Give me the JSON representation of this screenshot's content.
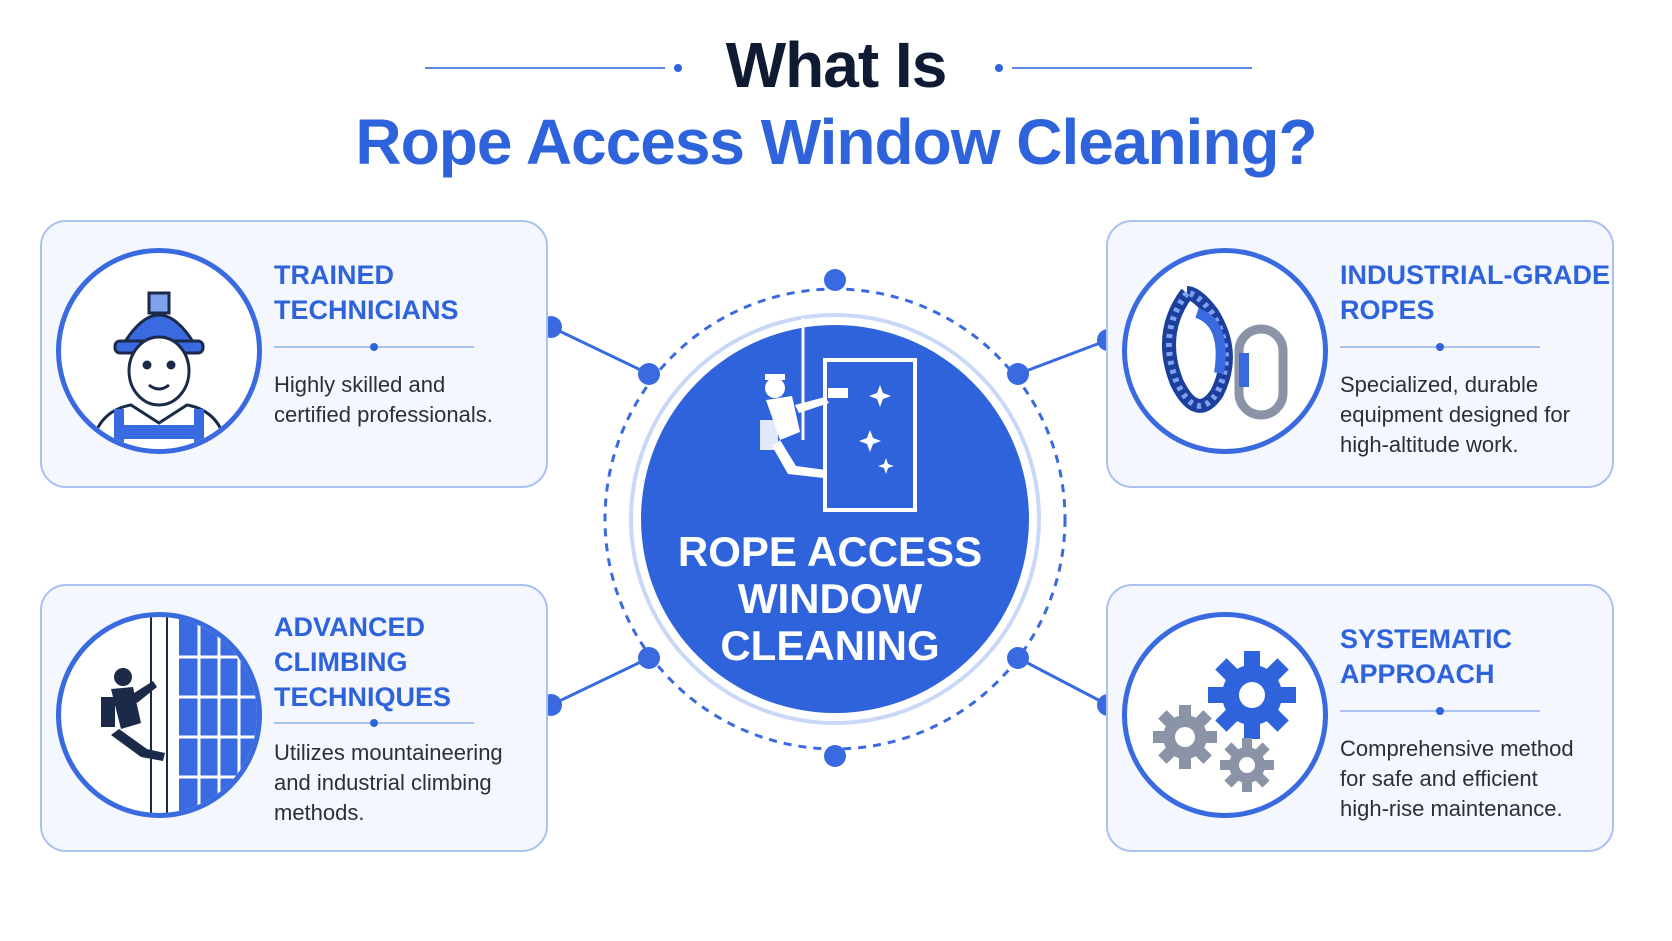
{
  "title": {
    "line1": "What Is",
    "line2": "Rope Access Window Cleaning?"
  },
  "center": {
    "label": "ROPE ACCESS\nWINDOW\nCLEANING",
    "icon": "rope-access-worker-window-icon"
  },
  "cards": [
    {
      "id": "trained-technicians",
      "title": "TRAINED\nTECHNICIANS",
      "description": "Highly skilled and\ncertified professionals.",
      "icon": "technician-hardhat-icon"
    },
    {
      "id": "industrial-grade-ropes",
      "title": "INDUSTRIAL-GRADE\nROPES",
      "description": "Specialized, durable\nequipment designed for\nhigh-altitude work.",
      "icon": "rope-carabiner-icon"
    },
    {
      "id": "advanced-climbing-techniques",
      "title": "ADVANCED\nCLIMBING\nTECHNIQUES",
      "description": "Utilizes mountaineering\nand industrial climbing\nmethods.",
      "icon": "climber-building-icon"
    },
    {
      "id": "systematic-approach",
      "title": "SYSTEMATIC\nAPPROACH",
      "description": "Comprehensive method\nfor safe and efficient\nhigh-rise maintenance.",
      "icon": "gears-icon"
    }
  ],
  "colors": {
    "primary": "#2f63dc",
    "dark": "#0e1b33",
    "card_border": "#a9c1f2",
    "card_bg": "#f4f7fd"
  }
}
